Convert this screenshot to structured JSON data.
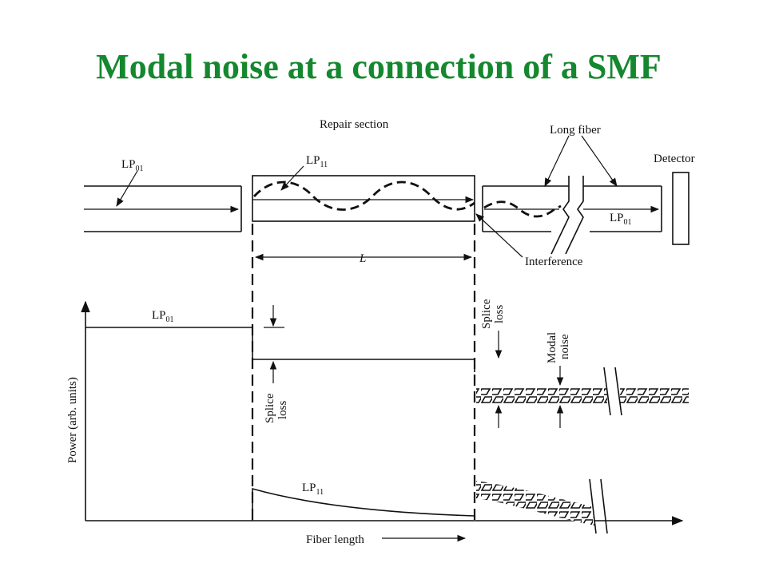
{
  "title": "Modal noise at a connection of a SMF",
  "labels": {
    "repair_section": "Repair section",
    "long_fiber": "Long fiber",
    "detector": "Detector",
    "interference": "Interference",
    "length_symbol": "L",
    "lp_main": "LP",
    "sub_01": "01",
    "sub_11": "11",
    "y_axis": "Power (arb. units)",
    "x_axis": "Fiber length",
    "splice_word": "Splice",
    "loss_word": "loss",
    "modal_word": "Modal",
    "noise_word": "noise"
  }
}
